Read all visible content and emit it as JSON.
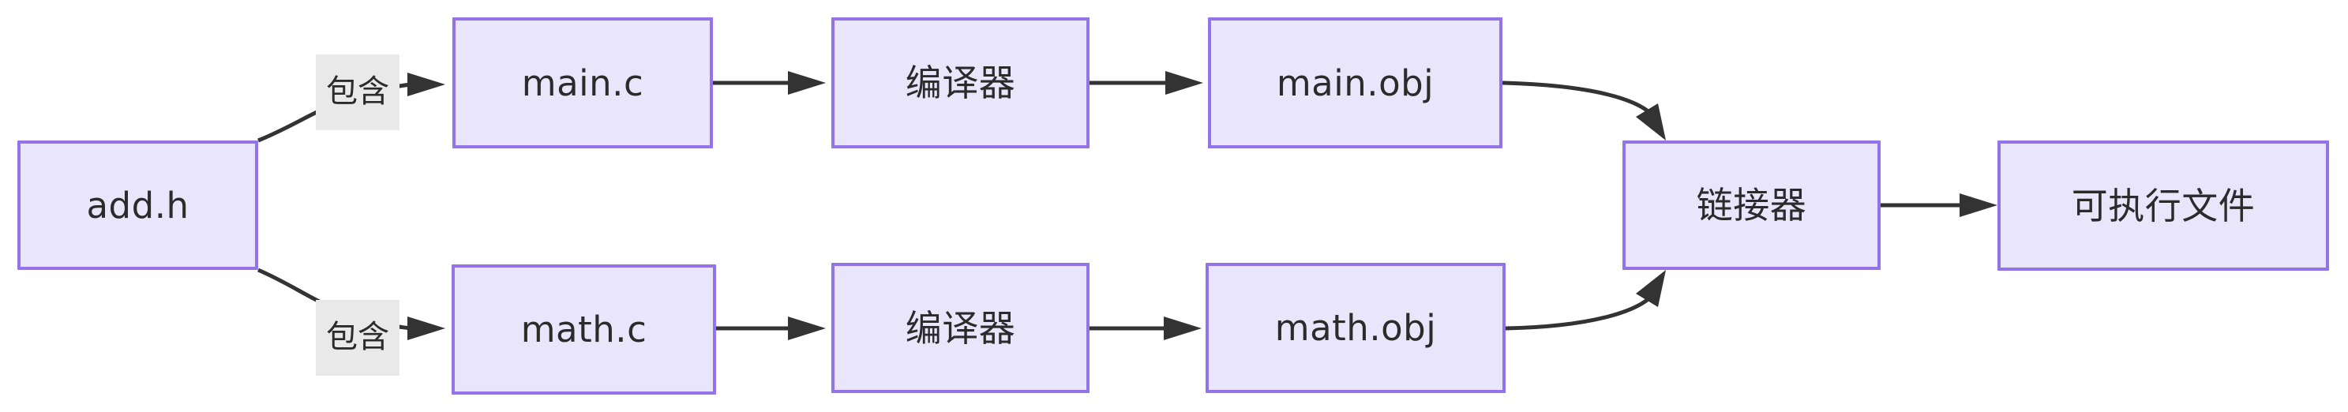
{
  "diagram": {
    "title": "C build pipeline: header inclusion, compilation, linking",
    "type": "flowchart",
    "direction": "left-to-right",
    "colors": {
      "node_fill": "#e9e6fb",
      "node_border": "#9472e8",
      "edge_stroke": "#333333",
      "edge_label_bg": "#e9e9e9",
      "text": "#2b2b2b",
      "canvas": "#ffffff"
    },
    "nodes": [
      {
        "id": "addh",
        "label": "add.h",
        "script": "latin"
      },
      {
        "id": "mainc",
        "label": "main.c",
        "script": "latin"
      },
      {
        "id": "compiler1",
        "label": "编译器",
        "script": "cjk"
      },
      {
        "id": "mainobj",
        "label": "main.obj",
        "script": "latin"
      },
      {
        "id": "mathc",
        "label": "math.c",
        "script": "latin"
      },
      {
        "id": "compiler2",
        "label": "编译器",
        "script": "cjk"
      },
      {
        "id": "mathobj",
        "label": "math.obj",
        "script": "latin"
      },
      {
        "id": "linker",
        "label": "链接器",
        "script": "cjk"
      },
      {
        "id": "exe",
        "label": "可执行文件",
        "script": "cjk"
      }
    ],
    "edges": [
      {
        "from": "addh",
        "to": "mainc",
        "label": "包含"
      },
      {
        "from": "addh",
        "to": "mathc",
        "label": "包含"
      },
      {
        "from": "mainc",
        "to": "compiler1",
        "label": ""
      },
      {
        "from": "compiler1",
        "to": "mainobj",
        "label": ""
      },
      {
        "from": "mainobj",
        "to": "linker",
        "label": ""
      },
      {
        "from": "mathc",
        "to": "compiler2",
        "label": ""
      },
      {
        "from": "compiler2",
        "to": "mathobj",
        "label": ""
      },
      {
        "from": "mathobj",
        "to": "linker",
        "label": ""
      },
      {
        "from": "linker",
        "to": "exe",
        "label": ""
      }
    ],
    "edge_labels": [
      {
        "id": "inc-main",
        "text": "包含"
      },
      {
        "id": "inc-math",
        "text": "包含"
      }
    ]
  }
}
